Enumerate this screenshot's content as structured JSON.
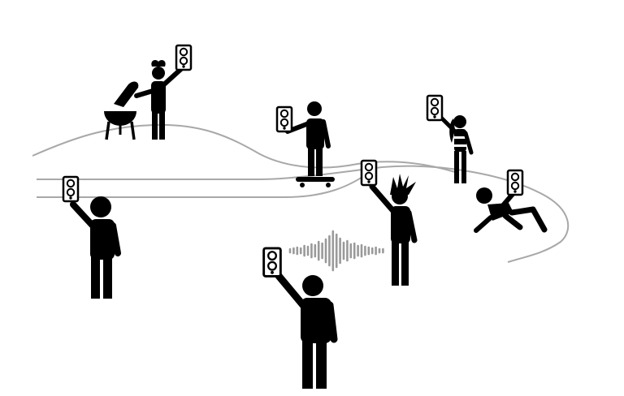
{
  "colors": {
    "background": "#ffffff",
    "figure": "#000000",
    "landscape_line": "#a8a8a8",
    "sound_wave": "#9a9a9a"
  },
  "illustration": {
    "figures": [
      {
        "id": "griller",
        "activity": "grilling",
        "icon": "bbq-grill-icon",
        "holds": "phone-icon"
      },
      {
        "id": "skateboarder",
        "activity": "skateboarding",
        "icon": "skateboard-icon",
        "holds": "phone-icon"
      },
      {
        "id": "swimmer",
        "activity": "beachgoer",
        "icon": "bikini-icon",
        "holds": "phone-icon"
      },
      {
        "id": "punk",
        "activity": "spiky-hair",
        "icon": "spiky-hair-icon",
        "holds": "phone-icon"
      },
      {
        "id": "lounger",
        "activity": "lounging",
        "icon": "reclining-person-icon",
        "holds": "phone-icon"
      },
      {
        "id": "left-person",
        "activity": "standing",
        "icon": "person-icon",
        "holds": "phone-icon"
      },
      {
        "id": "center-person",
        "activity": "standing",
        "icon": "person-icon",
        "holds": "phone-icon"
      }
    ],
    "sound_wave": {
      "icon": "sound-wave-icon"
    },
    "landscape": {
      "icon": "hill-path-icon"
    }
  }
}
